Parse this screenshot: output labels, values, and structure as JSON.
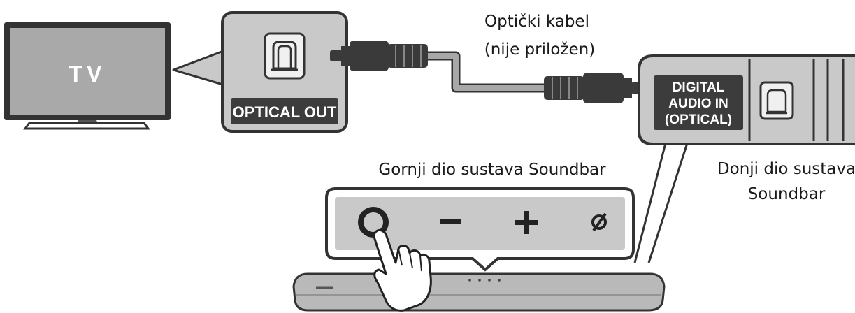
{
  "tv": {
    "label": "TV"
  },
  "tv_port": {
    "label": "OPTICAL OUT"
  },
  "cable": {
    "label_line1": "Optički kabel",
    "label_line2": "(nije priložen)"
  },
  "soundbar_port": {
    "label_line1": "DIGITAL",
    "label_line2": "AUDIO IN",
    "label_line3": "(OPTICAL)"
  },
  "soundbar_top": {
    "label": "Gornji dio sustava Soundbar"
  },
  "soundbar_bottom": {
    "label_line1": "Donji dio sustava",
    "label_line2": "Soundbar"
  },
  "colors": {
    "panel_fill": "#c9c9c9",
    "panel_border": "#333333",
    "cable": "#a8a8a8",
    "connector": "#3a3a3a",
    "badge": "#3c3c3c"
  }
}
